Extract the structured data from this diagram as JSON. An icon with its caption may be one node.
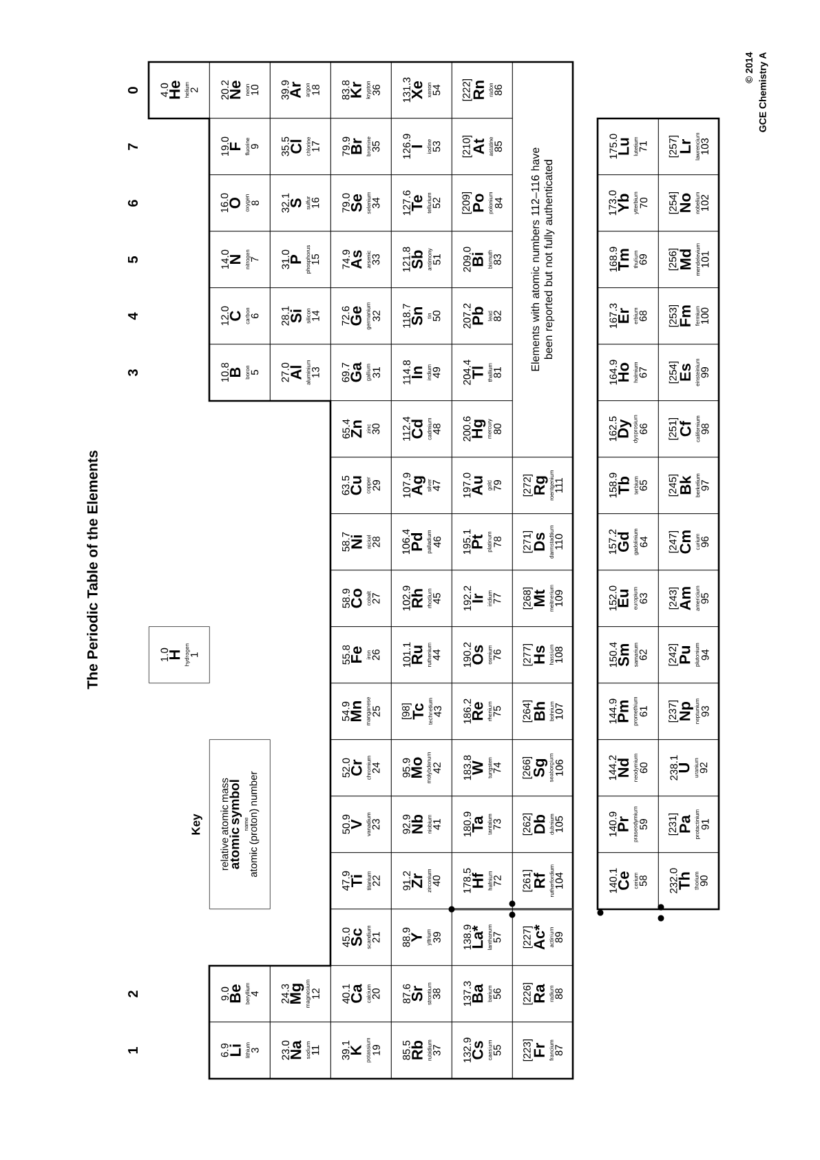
{
  "diagram": {
    "title": "The Periodic Table of the Elements",
    "nodes": [
      {
        "text": [
          "Key",
          "relative atomic mass",
          "atomic symbol",
          "name",
          "atomic (proton) number"
        ]
      },
      {
        "text": [
          "1.0",
          "H",
          "hydrogen",
          "1"
        ]
      },
      {
        "text": [
          "4.0",
          "He",
          "helium",
          "2"
        ]
      },
      {
        "text": [
          "6.9",
          "Li",
          "lithium",
          "3"
        ]
      },
      {
        "text": [
          "9.0",
          "Be",
          "beryllium",
          "4"
        ]
      },
      {
        "text": [
          "10.8",
          "B",
          "boron",
          "5"
        ]
      },
      {
        "text": [
          "12.0",
          "C",
          "carbon",
          "6"
        ]
      },
      {
        "text": [
          "14.0",
          "N",
          "nitrogen",
          "7"
        ]
      },
      {
        "text": [
          "16.0",
          "O",
          "oxygen",
          "8"
        ]
      },
      {
        "text": [
          "19.0",
          "F",
          "fluorine",
          "9"
        ]
      },
      {
        "text": [
          "20.2",
          "Ne",
          "neon",
          "10"
        ]
      },
      {
        "text": [
          "23.0",
          "Na",
          "sodium",
          "11"
        ]
      },
      {
        "text": [
          "24.3",
          "Mg",
          "magnesium",
          "12"
        ]
      },
      {
        "text": [
          "27.0",
          "Al",
          "aluminium",
          "13"
        ]
      },
      {
        "text": [
          "28.1",
          "Si",
          "silicon",
          "14"
        ]
      },
      {
        "text": [
          "31.0",
          "P",
          "phosphorus",
          "15"
        ]
      },
      {
        "text": [
          "32.1",
          "S",
          "sulfur",
          "16"
        ]
      },
      {
        "text": [
          "35.5",
          "Cl",
          "chlorine",
          "17"
        ]
      },
      {
        "text": [
          "39.9",
          "Ar",
          "argon",
          "18"
        ]
      },
      {
        "text": [
          "39.1",
          "K",
          "potassium",
          "19"
        ]
      },
      {
        "text": [
          "40.1",
          "Ca",
          "calcium",
          "20"
        ]
      },
      {
        "text": [
          "45.0",
          "Sc",
          "scandium",
          "21"
        ]
      },
      {
        "text": [
          "47.9",
          "Ti",
          "titanium",
          "22"
        ]
      },
      {
        "text": [
          "50.9",
          "V",
          "vanadium",
          "23"
        ]
      },
      {
        "text": [
          "52.0",
          "Cr",
          "chromium",
          "24"
        ]
      },
      {
        "text": [
          "54.9",
          "Mn",
          "manganese",
          "25"
        ]
      },
      {
        "text": [
          "55.8",
          "Fe",
          "iron",
          "26"
        ]
      },
      {
        "text": [
          "58.9",
          "Co",
          "cobalt",
          "27"
        ]
      },
      {
        "text": [
          "58.7",
          "Ni",
          "nickel",
          "28"
        ]
      },
      {
        "text": [
          "63.5",
          "Cu",
          "copper",
          "29"
        ]
      },
      {
        "text": [
          "65.4",
          "Zn",
          "zinc",
          "30"
        ]
      },
      {
        "text": [
          "69.7",
          "Ga",
          "gallium",
          "31"
        ]
      },
      {
        "text": [
          "72.6",
          "Ge",
          "germanium",
          "32"
        ]
      },
      {
        "text": [
          "74.9",
          "As",
          "arsenic",
          "33"
        ]
      },
      {
        "text": [
          "79.0",
          "Se",
          "selenium",
          "34"
        ]
      },
      {
        "text": [
          "79.9",
          "Br",
          "bromine",
          "35"
        ]
      },
      {
        "text": [
          "83.8",
          "Kr",
          "krypton",
          "36"
        ]
      },
      {
        "text": [
          "85.5",
          "Rb",
          "rubidium",
          "37"
        ]
      },
      {
        "text": [
          "87.6",
          "Sr",
          "strontium",
          "38"
        ]
      },
      {
        "text": [
          "88.9",
          "Y",
          "yttrium",
          "39"
        ]
      },
      {
        "text": [
          "91.2",
          "Zr",
          "zirconium",
          "40"
        ]
      },
      {
        "text": [
          "92.9",
          "Nb",
          "niobium",
          "41"
        ]
      },
      {
        "text": [
          "95.9",
          "Mo",
          "molybdenum",
          "42"
        ]
      },
      {
        "text": [
          "[98]",
          "Tc",
          "technetium",
          "43"
        ]
      },
      {
        "text": [
          "101.1",
          "Ru",
          "ruthenium",
          "44"
        ]
      },
      {
        "text": [
          "102.9",
          "Rh",
          "rhodium",
          "45"
        ]
      },
      {
        "text": [
          "106.4",
          "Pd",
          "palladium",
          "46"
        ]
      },
      {
        "text": [
          "107.9",
          "Ag",
          "silver",
          "47"
        ]
      },
      {
        "text": [
          "112.4",
          "Cd",
          "cadmium",
          "48"
        ]
      },
      {
        "text": [
          "114.8",
          "In",
          "indium",
          "49"
        ]
      },
      {
        "text": [
          "118.7",
          "Sn",
          "tin",
          "50"
        ]
      },
      {
        "text": [
          "121.8",
          "Sb",
          "antimony",
          "51"
        ]
      },
      {
        "text": [
          "127.6",
          "Te",
          "tellurium",
          "52"
        ]
      },
      {
        "text": [
          "126.9",
          "I",
          "iodine",
          "53"
        ]
      },
      {
        "text": [
          "131.3",
          "Xe",
          "xenon",
          "54"
        ]
      },
      {
        "text": [
          "132.9",
          "Cs",
          "caesium",
          "55"
        ]
      },
      {
        "text": [
          "137.3",
          "Ba",
          "barium",
          "56"
        ]
      },
      {
        "text": [
          "138.9",
          "La*",
          "lanthanum",
          "57"
        ]
      },
      {
        "text": [
          "178.5",
          "Hf",
          "hafnium",
          "72"
        ]
      },
      {
        "text": [
          "180.9",
          "Ta",
          "tantalum",
          "73"
        ]
      },
      {
        "text": [
          "183.8",
          "W",
          "tungsten",
          "74"
        ]
      },
      {
        "text": [
          "186.2",
          "Re",
          "rhenium",
          "75"
        ]
      },
      {
        "text": [
          "190.2",
          "Os",
          "osmium",
          "76"
        ]
      },
      {
        "text": [
          "192.2",
          "Ir",
          "iridium",
          "77"
        ]
      },
      {
        "text": [
          "195.1",
          "Pt",
          "platinum",
          "78"
        ]
      },
      {
        "text": [
          "197.0",
          "Au",
          "gold",
          "79"
        ]
      },
      {
        "text": [
          "200.6",
          "Hg",
          "mercury",
          "80"
        ]
      },
      {
        "text": [
          "204.4",
          "Tl",
          "thallium",
          "81"
        ]
      },
      {
        "text": [
          "207.2",
          "Pb",
          "lead",
          "82"
        ]
      },
      {
        "text": [
          "209.0",
          "Bi",
          "bismuth",
          "83"
        ]
      },
      {
        "text": [
          "[209]",
          "Po",
          "polonium",
          "84"
        ]
      },
      {
        "text": [
          "[210]",
          "At",
          "astatine",
          "85"
        ]
      },
      {
        "text": [
          "[222]",
          "Rn",
          "radon",
          "86"
        ]
      },
      {
        "text": [
          "[223]",
          "Fr",
          "francium",
          "87"
        ]
      },
      {
        "text": [
          "[226]",
          "Ra",
          "radium",
          "88"
        ]
      },
      {
        "text": [
          "[227]",
          "Ac*",
          "actinium",
          "89"
        ]
      },
      {
        "text": [
          "[261]",
          "Rf",
          "rutherfordium",
          "104"
        ]
      },
      {
        "text": [
          "[262]",
          "Db",
          "dubnium",
          "105"
        ]
      },
      {
        "text": [
          "[266]",
          "Sg",
          "seaborgium",
          "106"
        ]
      },
      {
        "text": [
          "[264]",
          "Bh",
          "bohrium",
          "107"
        ]
      },
      {
        "text": [
          "[277]",
          "Hs",
          "hassium",
          "108"
        ]
      },
      {
        "text": [
          "[268]",
          "Mt",
          "meitnerium",
          "109"
        ]
      },
      {
        "text": [
          "[271]",
          "Ds",
          "darmstadtium",
          "110"
        ]
      },
      {
        "text": [
          "[272]",
          "Rg",
          "roentgenium",
          "111"
        ]
      },
      {
        "text": [
          "Elements with atomic numbers 112–116 have been reported but not fully authenticated"
        ]
      },
      {
        "text": [
          "140.1",
          "Ce",
          "cerium",
          "58"
        ]
      },
      {
        "text": [
          "140.9",
          "Pr",
          "praseodymium",
          "59"
        ]
      },
      {
        "text": [
          "144.2",
          "Nd",
          "neodymium",
          "60"
        ]
      },
      {
        "text": [
          "144.9",
          "Pm",
          "promethium",
          "61"
        ]
      },
      {
        "text": [
          "150.4",
          "Sm",
          "samarium",
          "62"
        ]
      },
      {
        "text": [
          "152.0",
          "Eu",
          "europium",
          "63"
        ]
      },
      {
        "text": [
          "157.2",
          "Gd",
          "gadolinium",
          "64"
        ]
      },
      {
        "text": [
          "158.9",
          "Tb",
          "terbium",
          "65"
        ]
      },
      {
        "text": [
          "162.5",
          "Dy",
          "dysprosium",
          "66"
        ]
      },
      {
        "text": [
          "164.9",
          "Ho",
          "holmium",
          "67"
        ]
      },
      {
        "text": [
          "167.3",
          "Er",
          "erbium",
          "68"
        ]
      },
      {
        "text": [
          "168.9",
          "Tm",
          "thulium",
          "69"
        ]
      },
      {
        "text": [
          "173.0",
          "Yb",
          "ytterbium",
          "70"
        ]
      },
      {
        "text": [
          "175.0",
          "Lu",
          "lutetium",
          "71"
        ]
      },
      {
        "text": [
          "232.0",
          "Th",
          "thorium",
          "90"
        ]
      },
      {
        "text": [
          "[231]",
          "Pa",
          "protactinium",
          "91"
        ]
      },
      {
        "text": [
          "238.1",
          "U",
          "uranium",
          "92"
        ]
      },
      {
        "text": [
          "[237]",
          "Np",
          "neptunium",
          "93"
        ]
      },
      {
        "text": [
          "[242]",
          "Pu",
          "plutonium",
          "94"
        ]
      },
      {
        "text": [
          "[243]",
          "Am",
          "americium",
          "95"
        ]
      },
      {
        "text": [
          "[247]",
          "Cm",
          "curium",
          "96"
        ]
      },
      {
        "text": [
          "[245]",
          "Bk",
          "berkelium",
          "97"
        ]
      },
      {
        "text": [
          "[251]",
          "Cf",
          "californium",
          "98"
        ]
      },
      {
        "text": [
          "[254]",
          "Es",
          "einsteinium",
          "99"
        ]
      },
      {
        "text": [
          "[253]",
          "Fm",
          "fermium",
          "100"
        ]
      },
      {
        "text": [
          "[256]",
          "Md",
          "mendelevium",
          "101"
        ]
      },
      {
        "text": [
          "[254]",
          "No",
          "nobelium",
          "102"
        ]
      },
      {
        "text": [
          "[257]",
          "Lr",
          "lawrencium",
          "103"
        ]
      }
    ],
    "labels": [
      "1",
      "2",
      "3",
      "4",
      "5",
      "6",
      "7",
      "0",
      "© 2014",
      "GCE Chemistry A"
    ]
  }
}
